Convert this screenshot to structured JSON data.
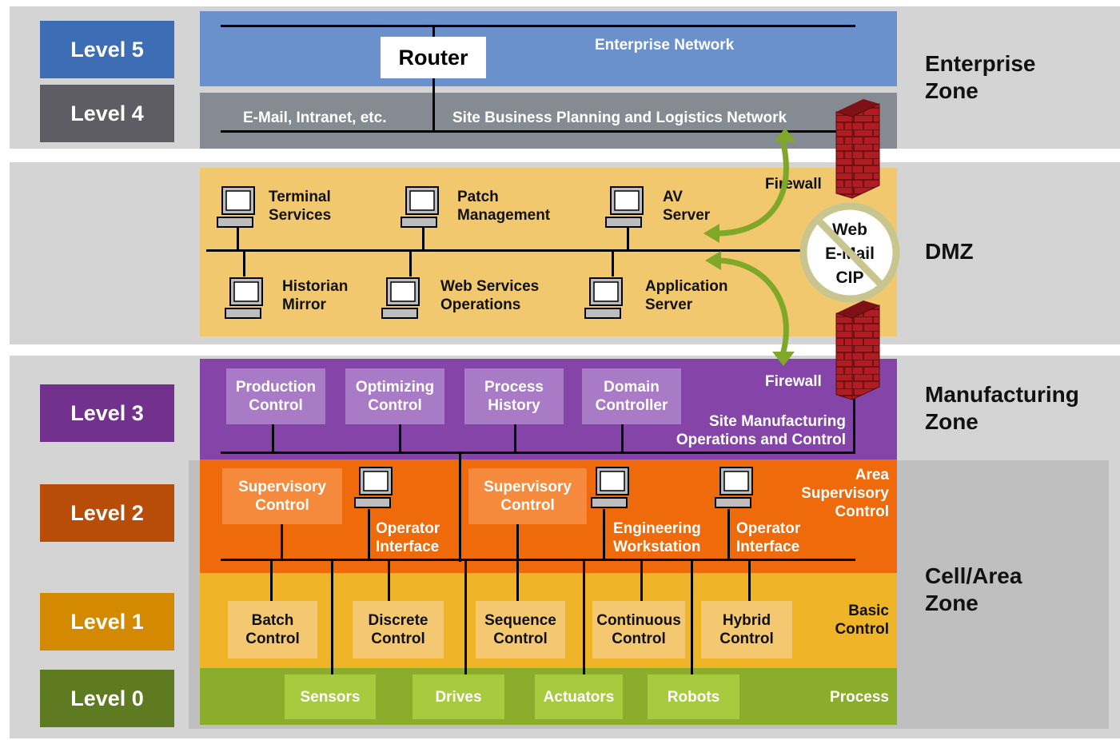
{
  "levels": {
    "l5": "Level 5",
    "l4": "Level 4",
    "l3": "Level 3",
    "l2": "Level 2",
    "l1": "Level 1",
    "l0": "Level 0"
  },
  "zones": {
    "enterprise": "Enterprise\nZone",
    "dmz": "DMZ",
    "manufacturing": "Manufacturing\nZone",
    "cell_area": "Cell/Area\nZone"
  },
  "enterprise": {
    "router": "Router",
    "network": "Enterprise Network",
    "email": "E-Mail, Intranet, etc.",
    "site_network": "Site Business Planning and Logistics Network"
  },
  "firewall": {
    "top": "Firewall",
    "bottom": "Firewall"
  },
  "dmz": {
    "terminal_services": "Terminal\nServices",
    "patch_management": "Patch\nManagement",
    "av_server": "AV\nServer",
    "historian_mirror": "Historian\nMirror",
    "web_services": "Web Services\nOperations",
    "application_server": "Application\nServer",
    "no_sign_lines": [
      "Web",
      "E-Mail",
      "CIP"
    ]
  },
  "level3": {
    "boxes": [
      "Production\nControl",
      "Optimizing\nControl",
      "Process\nHistory",
      "Domain\nController"
    ],
    "caption": "Site Manufacturing\nOperations and Control"
  },
  "level2": {
    "supervisory_1": "Supervisory\nControl",
    "supervisory_2": "Supervisory\nControl",
    "operator_1": "Operator\nInterface",
    "engineering": "Engineering\nWorkstation",
    "operator_2": "Operator\nInterface",
    "caption": "Area\nSupervisory\nControl"
  },
  "level1": {
    "boxes": [
      "Batch\nControl",
      "Discrete\nControl",
      "Sequence\nControl",
      "Continuous\nControl",
      "Hybrid\nControl"
    ],
    "caption": "Basic\nControl"
  },
  "level0": {
    "boxes": [
      "Sensors",
      "Drives",
      "Actuators",
      "Robots"
    ],
    "caption": "Process"
  },
  "colors": {
    "level5": "#3d6db5",
    "level4": "#5d5d63",
    "level3": "#72318c",
    "level2": "#b84d09",
    "level1": "#d48a00",
    "level0": "#5e7b22",
    "enterprise_band": "#6a91cc",
    "level4_band": "#868a92",
    "dmz_band": "#f2c86e",
    "level3_band": "#8545a8",
    "level2_band": "#ee6a0b",
    "level1_band": "#f0b429",
    "level0_band": "#8aae2c",
    "arrow": "#7fa829",
    "firewall": "#b01c22"
  }
}
